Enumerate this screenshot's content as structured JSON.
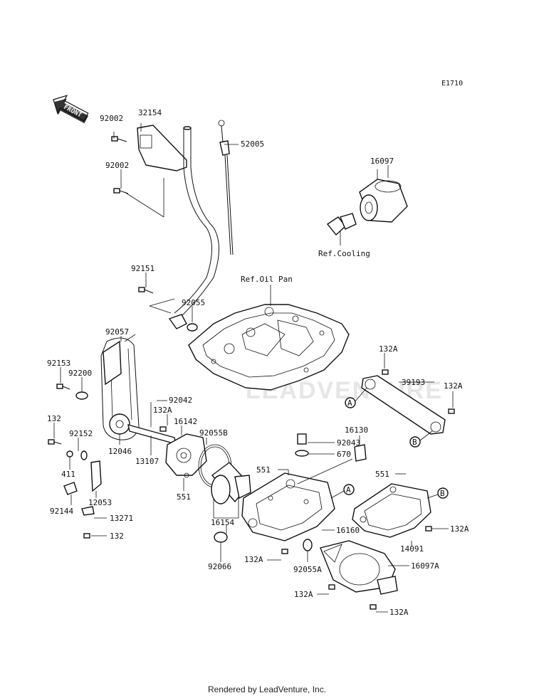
{
  "diagram_code": "E1710",
  "front_arrow": "FRONT",
  "watermark": "LEADVENTURE",
  "footer": "Rendered by LeadVenture, Inc.",
  "references": {
    "oil_pan": "Ref.Oil Pan",
    "cooling": "Ref.Cooling"
  },
  "circle_markers": [
    "A",
    "B",
    "A",
    "B"
  ],
  "parts": {
    "p92002a": "92002",
    "p32154": "32154",
    "p92002b": "92002",
    "p52005": "52005",
    "p16097": "16097",
    "p92151": "92151",
    "p92055": "92055",
    "p92057": "92057",
    "p92153": "92153",
    "p92200": "92200",
    "p92042": "92042",
    "p132a1": "132A",
    "p16142": "16142",
    "p92055b": "92055B",
    "p132_1": "132",
    "p92152": "92152",
    "p411": "411",
    "p12046": "12046",
    "p13107": "13107",
    "p92144": "92144",
    "p12053": "12053",
    "p13271": "13271",
    "p132_2": "132",
    "p551a": "551",
    "p132a2": "132A",
    "p39193": "39193",
    "p132a3": "132A",
    "p16130": "16130",
    "p92043": "92043",
    "p670": "670",
    "p551b": "551",
    "p551c": "551",
    "p16154": "16154",
    "p16160": "16160",
    "p14091": "14091",
    "p132a4": "132A",
    "p92066": "92066",
    "p132a5": "132A",
    "p92055a": "92055A",
    "p16097a": "16097A",
    "p132a6": "132A",
    "p132a7": "132A"
  }
}
